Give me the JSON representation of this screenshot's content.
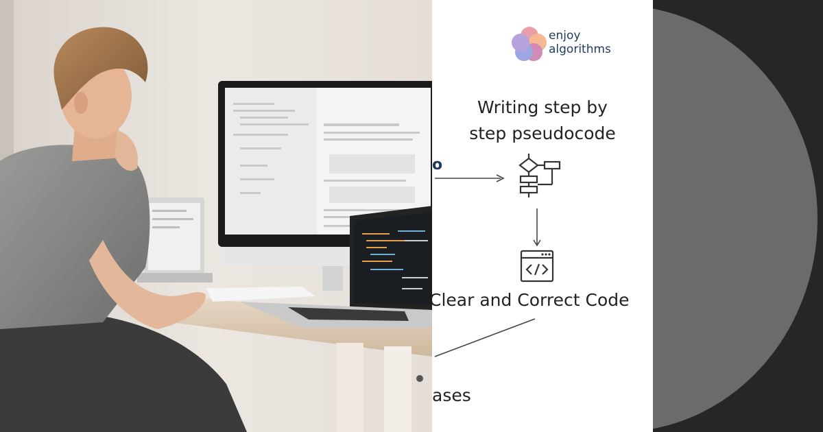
{
  "brand": {
    "line1": "enjoy",
    "line2": "algorithms",
    "color_primary": "#1e3a5f",
    "logo_colors": [
      "#e07a86",
      "#f29e6a",
      "#7a86d8",
      "#c05f9a"
    ]
  },
  "diagram": {
    "step_pseudocode": [
      "Writing step by",
      "step pseudocode"
    ],
    "step_code": "Clear and Correct Code",
    "partial_left_label": "o",
    "partial_bottom_label": "ases",
    "flowchart_icon": "flowchart-icon",
    "code_icon": "code-window-icon"
  },
  "colors": {
    "panel_white": "#ffffff",
    "panel_dark": "#262626",
    "circle_gray": "#6b6b6b",
    "arrow": "#444444",
    "text": "#222222",
    "accent_blue": "#1e3a5f"
  }
}
